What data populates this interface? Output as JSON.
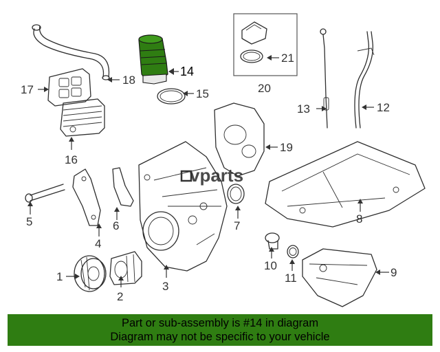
{
  "watermark": "vparts",
  "highlight_color": "#2f7d12",
  "callouts": [
    "1",
    "2",
    "3",
    "4",
    "5",
    "6",
    "7",
    "8",
    "9",
    "10",
    "11",
    "12",
    "13",
    "14",
    "15",
    "16",
    "17",
    "18",
    "19",
    "20",
    "21"
  ],
  "highlighted_part": "14",
  "banner": {
    "line1": "Part or sub-assembly is #14 in diagram",
    "line2": "Diagram may not be specific to your vehicle"
  }
}
